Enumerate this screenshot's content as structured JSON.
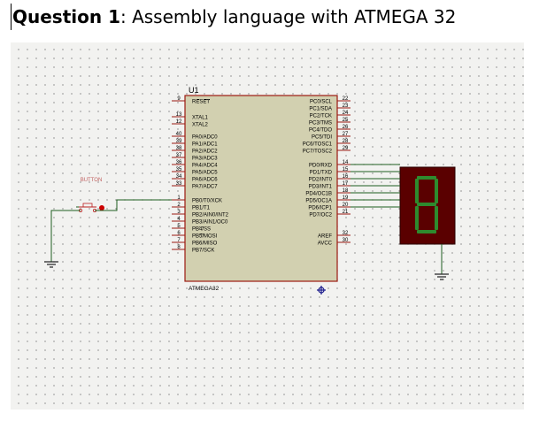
{
  "question": {
    "prefix": "Question 1",
    "suffix": ":  Assembly language with ATMEGA  32"
  },
  "schematic": {
    "chip": {
      "ref": "U1",
      "part": "ATMEGA32",
      "left_pins": [
        {
          "num": "9",
          "name": "RESET"
        },
        {
          "num": "13",
          "name": "XTAL1"
        },
        {
          "num": "12",
          "name": "XTAL2"
        },
        {
          "num": "40",
          "name": "PA0/ADC0"
        },
        {
          "num": "39",
          "name": "PA1/ADC1"
        },
        {
          "num": "38",
          "name": "PA2/ADC2"
        },
        {
          "num": "37",
          "name": "PA3/ADC3"
        },
        {
          "num": "36",
          "name": "PA4/ADC4"
        },
        {
          "num": "35",
          "name": "PA5/ADC5"
        },
        {
          "num": "34",
          "name": "PA6/ADC6"
        },
        {
          "num": "33",
          "name": "PA7/ADC7"
        },
        {
          "num": "1",
          "name": "PB0/T0/XCK"
        },
        {
          "num": "2",
          "name": "PB1/T1"
        },
        {
          "num": "3",
          "name": "PB2/AIN0/INT2"
        },
        {
          "num": "4",
          "name": "PB3/AIN1/OC0"
        },
        {
          "num": "5",
          "name": "PB4/SS"
        },
        {
          "num": "6",
          "name": "PB5/MOSI"
        },
        {
          "num": "7",
          "name": "PB6/MISO"
        },
        {
          "num": "8",
          "name": "PB7/SCK"
        }
      ],
      "right_pins": [
        {
          "num": "22",
          "name": "PC0/SCL"
        },
        {
          "num": "23",
          "name": "PC1/SDA"
        },
        {
          "num": "24",
          "name": "PC2/TCK"
        },
        {
          "num": "25",
          "name": "PC3/TMS"
        },
        {
          "num": "26",
          "name": "PC4/TDO"
        },
        {
          "num": "27",
          "name": "PC5/TDI"
        },
        {
          "num": "28",
          "name": "PC6/TOSC1"
        },
        {
          "num": "29",
          "name": "PC7/TOSC2"
        },
        {
          "num": "14",
          "name": "PD0/RXD"
        },
        {
          "num": "15",
          "name": "PD1/TXD"
        },
        {
          "num": "16",
          "name": "PD2/INT0"
        },
        {
          "num": "17",
          "name": "PD3/INT1"
        },
        {
          "num": "18",
          "name": "PD4/OC1B"
        },
        {
          "num": "19",
          "name": "PD5/OC1A"
        },
        {
          "num": "20",
          "name": "PD6/ICP1"
        },
        {
          "num": "21",
          "name": "PD7/OC2"
        },
        {
          "num": "32",
          "name": "AREF"
        },
        {
          "num": "30",
          "name": "AVCC"
        }
      ]
    },
    "button_label": "BUTTON",
    "display_digit": "8",
    "colors": {
      "chip_fill": "#d2d0b0",
      "chip_border": "#9b1a12",
      "pin_line": "#9b1a12",
      "wire": "#1f5e1f",
      "display_body": "#5a0000",
      "segment_on": "#2e8b2e",
      "pin_text": "#000000",
      "button_label": "#c06060",
      "grid_dot": "#8a8a8a",
      "power_marker": "#1a1a8c"
    }
  }
}
